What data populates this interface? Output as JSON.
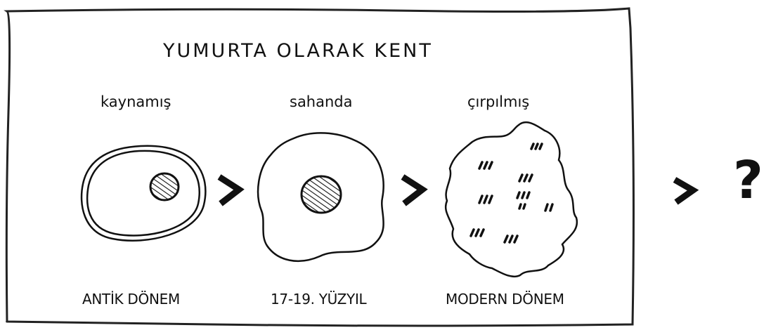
{
  "diagram": {
    "title": "YUMURTA OLARAK KENT",
    "stages": [
      {
        "label": "kaynamış",
        "period": "ANTİK DÖNEM"
      },
      {
        "label": "sahanda",
        "period": "17-19. YÜZYIL"
      },
      {
        "label": "çırpılmış",
        "period": "MODERN DÖNEM"
      }
    ],
    "unknown_stage": "?"
  },
  "colors": {
    "ink": "#111111",
    "background": "#ffffff"
  }
}
